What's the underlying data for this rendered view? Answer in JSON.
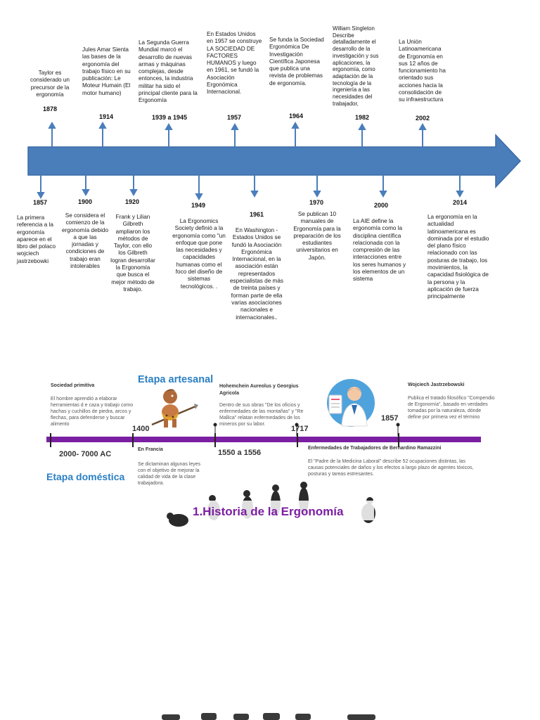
{
  "timeline1": {
    "above": [
      {
        "year": "1878",
        "text": "Taylor es considerado un precursor de la ergonomía"
      },
      {
        "year": "1914",
        "text": "Jules Amar Sienta las bases de la ergonomía del trabajo físico en su publicación: Le Moteur Humain (El motor humano)"
      },
      {
        "year": "1939 a 1945",
        "text": "La Segunda Guerra Mundial marcó el desarrollo de nuevas armas y máquinas complejas, desde entonces, la industria militar ha sido el principal cliente para la Ergonomía"
      },
      {
        "year": "1957",
        "text": "En Estados Unidos en 1957 se construye LA SOCIEDAD DE FACTORES HUMANOS y luego en 1961, se fundó la Asociación Ergonómica Internacional."
      },
      {
        "year": "1964",
        "text": "Se funda la Sociedad Ergonómica De Investigación Científica Japonesa que publica una revista de problemas de ergonomía."
      },
      {
        "year": "1982",
        "text": "William Singleton Describe detalladamente el desarrollo de la investigación y sus aplicaciones, la ergonomía, como adaptación de la tecnología de la ingeniería a las necesidades del trabajador,"
      },
      {
        "year": "2002",
        "text": "La Unión Latinoamericana de Ergonomía en sus 12 años de funcionamiento ha orientado sus acciones hacia la consolidación de su infraestructura"
      }
    ],
    "below": [
      {
        "year": "1857",
        "text": "La primera referencia a la ergonomía aparece en el libro del polaco wojciech jastrzebowki"
      },
      {
        "year": "1900",
        "text": "Se considera el comienzo de la ergonomía debido a que las jornadas y condiciones de trabajo eran intolerables"
      },
      {
        "year": "1920",
        "text": "Frank y Lilian Gilbreth ampliaron los métodos de Taylor, con ello los Gilbreth logran desarrollar la Ergonomía que busca el mejor método de trabajo."
      },
      {
        "year": "1949",
        "text": "La Ergonomics Society definió a la ergonomía como \"un enfoque que pone las necesidades y capacidades humanas como el foco del diseño de sistemas tecnológicos. ."
      },
      {
        "year": "1961",
        "text": "En Washington - Estados Unidos se fundó la Asociación Ergonómica Internacional, en la asociación están representados especialistas de más de treinta países y forman parte de ella varias asociaciones nacionales e internacionales.."
      },
      {
        "year": "1970",
        "text": "Se publican 10 manuales de Ergonomía para la preparación de los estudiantes universitarios en Japón."
      },
      {
        "year": "2000",
        "text": "La AIE define la ergonomía como la disciplina científica relacionada con la compresión de las interacciones entre los seres humanos y los elementos de un sistema"
      },
      {
        "year": "2014",
        "text": "La ergonomía en la actualidad latinoamericana es dominada por el estudio del plano físico relacionado con las posturas de trabajo, los movimientos, la capacidad fisiológica de la persona y la aplicación de fuerza principalmente"
      }
    ]
  },
  "timeline2": {
    "etapa_artesanal": "Etapa artesanal",
    "etapa_domestica": "Etapa doméstica",
    "title": "1.Historia de la Ergonomía",
    "years": [
      "1400",
      "1717",
      "1857"
    ],
    "bar_labels": [
      "2000- 7000 AC",
      "1550 a 1556"
    ],
    "blocks": [
      {
        "heading": "Sociedad primitiva",
        "text": "El hombre aprendió a elaborar herramientas d e caza y trabajo como hachas y cuchillos de piedra, arcos y flechas, para defenderse y buscar alimento"
      },
      {
        "heading": "En Francia",
        "text": "Se dictaminan algunas leyes con el objetivo de mejorar la calidad de vida de la clase trabajadora."
      },
      {
        "heading": "Hohemchein Aureolus y Georgius Agricola",
        "text": "Dentro de sus obras \"De los oficios y enfermedades de las montañas\" y \"Re Mallica\" relatan enfermedades de los mineros por su labor."
      },
      {
        "heading": "Enfermedades de Trabajadores de Bernardino Ramazzini",
        "text": "El \"Padre de la Medicina Laboral\" describe 52 ocupaciones distintas, las causas potenciales de daños y los efectos a largo plazo de agentes tóxicos, posturas y tareas estresantes."
      },
      {
        "heading": "Wojciech Jastrzebowski",
        "text": "Publica el tratado filosófico \"Compendio de Ergonomía\", basado en verdades tomadas por la naturaleza, dónde define por primera vez el término"
      }
    ]
  },
  "colors": {
    "arrow": "#4a7ebb",
    "arrow_stroke": "#3a6aa6",
    "purple": "#7b1fa2",
    "blue_text": "#2a7fc4"
  },
  "icons": [
    "caveman-icon",
    "doctor-icon",
    "human-evolution-icon"
  ]
}
